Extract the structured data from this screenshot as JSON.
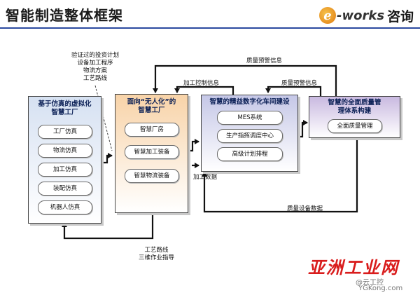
{
  "header": {
    "title": "智能制造整体框架",
    "logo_letter": "e",
    "logo_text": "-works",
    "logo_cn": "咨询"
  },
  "notes": {
    "top_left": [
      "验证过的投资计划",
      "设备加工程序",
      "物流方案",
      "工艺路线"
    ],
    "bottom": [
      "工艺路线",
      "三维作业指导"
    ]
  },
  "flow_labels": {
    "quality_warning_top": "质量预警信息",
    "process_control": "加工控制信息",
    "quality_warning_mid": "质量预警信息",
    "process_data": "加工数据",
    "quality_equipment_data": "质量设备数据"
  },
  "panels": [
    {
      "id": "virtual-factory",
      "title": [
        "基于仿真的虚拟化",
        "智慧工厂"
      ],
      "items": [
        "工厂仿真",
        "物流仿真",
        "加工仿真",
        "装配仿真",
        "机器人仿真"
      ]
    },
    {
      "id": "unmanned-factory",
      "title": [
        "面向“无人化”的",
        "智慧工厂"
      ],
      "items": [
        "智慧厂房",
        "智慧加工装备",
        "智慧物流装备"
      ]
    },
    {
      "id": "lean-workshop",
      "title": [
        "智慧的精益数字化车间建设"
      ],
      "items": [
        "MES系统",
        "生产指挥调度中心",
        "高级计划排程"
      ]
    },
    {
      "id": "quality-management",
      "title": [
        "智慧的全面质量管",
        "理体系构建"
      ],
      "items": [
        "全面质量管理"
      ]
    }
  ],
  "watermark": {
    "cn": "亚洲工业网",
    "sub": "@云工控",
    "url": "YGKong.com"
  },
  "colors": {
    "accent_line": "#2b4aa0",
    "panel_title": "#0a1f55",
    "watermark": "#d91c1c"
  }
}
